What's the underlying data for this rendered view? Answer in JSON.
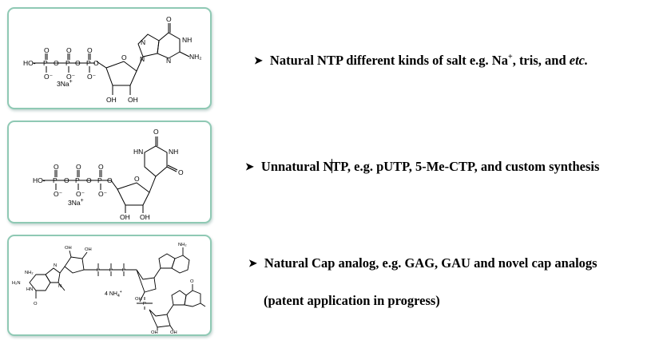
{
  "bullet_glyph": "➤",
  "cards": [
    {
      "salt": "3Na",
      "salt_charge": "+",
      "nucleobase_atoms": [
        "O",
        "N",
        "NH",
        "N",
        "N",
        "NH₂"
      ],
      "sugar_hydroxyls": [
        "OH",
        "OH"
      ]
    },
    {
      "salt": "3Na",
      "salt_charge": "+",
      "nucleobase_atoms": [
        "O",
        "HN",
        "NH",
        "O"
      ],
      "sugar_hydroxyls": [
        "OH",
        "OH"
      ]
    },
    {
      "salt": "4 NH",
      "salt_sub": "4",
      "salt_charge": "+",
      "sugar_hydroxyls": [
        "OH",
        "OH"
      ],
      "label_small": [
        "O",
        "NH₂",
        "N",
        "N",
        "HN",
        "H₂N",
        "OH",
        "OH",
        "OH",
        "NH₂",
        "O"
      ]
    }
  ],
  "items": [
    {
      "pre": "Natural NTP  different kinds of salt e.g. Na",
      "sup": "+",
      "mid": ", tris, and ",
      "em": "etc."
    },
    {
      "part1": "Unnatural N",
      "part2": "TP, e.g. pUTP, 5-Me-CTP, and custom synthesis"
    },
    {
      "line1": "Natural Cap analog, e.g. GAG, GAU and novel cap analogs",
      "line2": "(patent application in progress)"
    }
  ]
}
